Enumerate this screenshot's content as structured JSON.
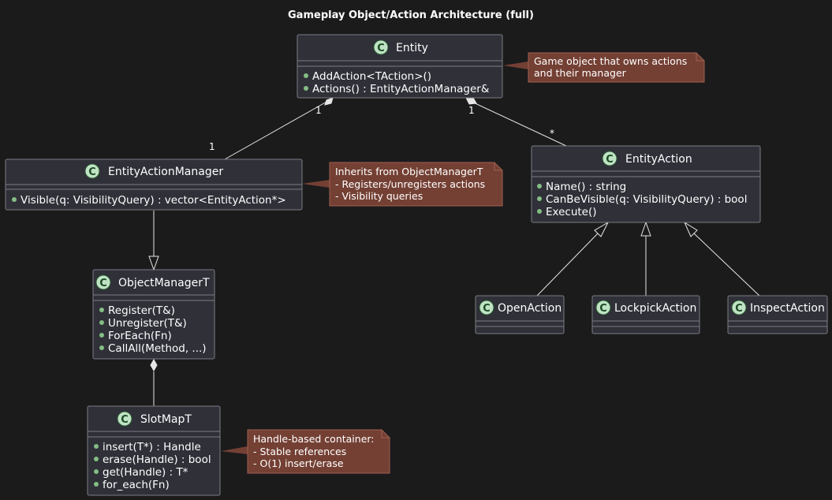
{
  "diagram": {
    "title": "Gameplay Object/Action Architecture (full)",
    "classes": {
      "entity": {
        "name": "Entity",
        "stereotype": "C",
        "members": [
          "AddAction<TAction>()",
          "Actions() : EntityActionManager&"
        ]
      },
      "entity_action_manager": {
        "name": "EntityActionManager",
        "stereotype": "C",
        "members": [
          "Visible(q: VisibilityQuery) : vector<EntityAction*>"
        ]
      },
      "entity_action": {
        "name": "EntityAction",
        "stereotype": "C",
        "members": [
          "Name() : string",
          "CanBeVisible(q: VisibilityQuery) : bool",
          "Execute()"
        ]
      },
      "object_manager": {
        "name": "ObjectManagerT",
        "stereotype": "C",
        "members": [
          "Register(T&)",
          "Unregister(T&)",
          "ForEach(Fn)",
          "CallAll(Method, ...)"
        ]
      },
      "slot_map": {
        "name": "SlotMapT",
        "stereotype": "C",
        "members": [
          "insert(T*) : Handle",
          "erase(Handle) : bool",
          "get(Handle) : T*",
          "for_each(Fn)"
        ]
      },
      "open_action": {
        "name": "OpenAction",
        "stereotype": "C",
        "members": []
      },
      "lockpick_action": {
        "name": "LockpickAction",
        "stereotype": "C",
        "members": []
      },
      "inspect_action": {
        "name": "InspectAction",
        "stereotype": "C",
        "members": []
      }
    },
    "notes": {
      "entity_note": [
        "Game object that owns actions",
        "and their manager"
      ],
      "manager_note": [
        "Inherits from ObjectManagerT",
        "- Registers/unregisters actions",
        "- Visibility queries"
      ],
      "slotmap_note": [
        "Handle-based container:",
        "- Stable references",
        "- O(1) insert/erase"
      ]
    },
    "relations": {
      "entity_manager": {
        "source_mult": "1",
        "target_mult": "1"
      },
      "entity_action": {
        "source_mult": "1",
        "target_mult": "*"
      }
    },
    "colors": {
      "background": "#1b1b1c",
      "class_fill": "#2f3038",
      "class_border": "#7b7d85",
      "note_fill": "#744034",
      "edge": "#e6e6e6",
      "badge_fill": "#bfe3c4",
      "member_dot": "#84be84"
    }
  }
}
